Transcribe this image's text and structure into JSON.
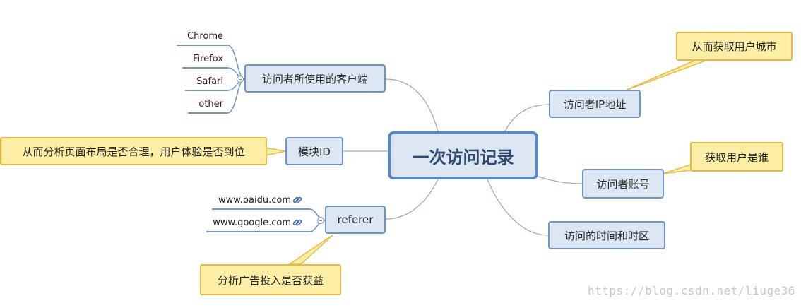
{
  "central": {
    "label": "一次访问记录"
  },
  "branches": {
    "client": {
      "label": "访问者所使用的客户端"
    },
    "module": {
      "label": "模块ID"
    },
    "referer": {
      "label": "referer"
    },
    "ip": {
      "label": "访问者IP地址"
    },
    "account": {
      "label": "访问者账号"
    },
    "time": {
      "label": "访问的时间和时区"
    }
  },
  "client_leaves": [
    "Chrome",
    "Firefox",
    "Safari",
    "other"
  ],
  "referer_leaves": [
    "www.baidu.com",
    "www.google.com"
  ],
  "callouts": {
    "module": "从而分析页面布局是否合理，用户体验是否到位",
    "referer": "分析广告投入是否获益",
    "ip": "从而获取用户城市",
    "account": "获取用户是谁"
  },
  "icons": {
    "leaf_link": "link-icon",
    "collapse": "collapse-icon"
  },
  "colors": {
    "central_border": "#5b87c7",
    "node_fill": "#dde7f4",
    "callout_fill": "#fdeea6",
    "callout_border": "#e7bb43",
    "connector": "#8fa9cc"
  },
  "watermark": "https://blog.csdn.net/liuge36"
}
